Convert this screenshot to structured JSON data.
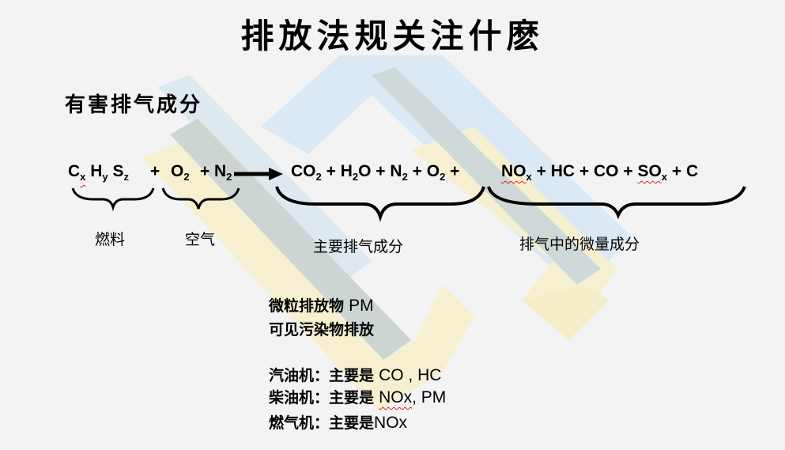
{
  "title": "排放法规关注什麽",
  "section_heading": "有害排气成分",
  "equation": {
    "reactants": {
      "fuel": {
        "c": "C",
        "c_sub": "x",
        "h": "H",
        "h_sub": "y",
        "s": "S",
        "s_sub": "z"
      },
      "plus1": "+",
      "o2": "O",
      "o2_sub": "2",
      "plus2": "+",
      "n2": "N",
      "n2_sub": "2"
    },
    "products": {
      "co2": "CO",
      "co2_sub": "2",
      "plus": "+",
      "h2o_a": "H",
      "h2o_sub": "2",
      "h2o_b": "O",
      "n2": "N",
      "n2_sub": "2",
      "o2": "O",
      "o2_sub": "2",
      "nox": "NO",
      "nox_sub": "x",
      "hc": "HC",
      "co": "CO",
      "sox": "SO",
      "sox_sub": "x",
      "c": "C"
    }
  },
  "brace_labels": {
    "fuel": "燃料",
    "air": "空气",
    "main": "主要排气成分",
    "trace": "排气中的微量成分"
  },
  "notes": {
    "pm_label": "微粒排放物",
    "pm_en": "PM",
    "visible": "可见污染物排放",
    "gasoline_label": "汽油机：",
    "gasoline_main": "主要是",
    "gasoline_en": "CO , HC",
    "diesel_label": "柴油机：",
    "diesel_main": "主要是",
    "diesel_en_a": "NOx",
    "diesel_en_b": ", PM",
    "gas_label": "燃气机：",
    "gas_main": "主要是",
    "gas_en": "NOx"
  },
  "colors": {
    "background": "#f3f3f3",
    "deco_blue": "#d6e6f2",
    "deco_yellow": "#f8f1d2",
    "deco_gray": "#c9d2d2",
    "squiggle": "#d22222"
  }
}
